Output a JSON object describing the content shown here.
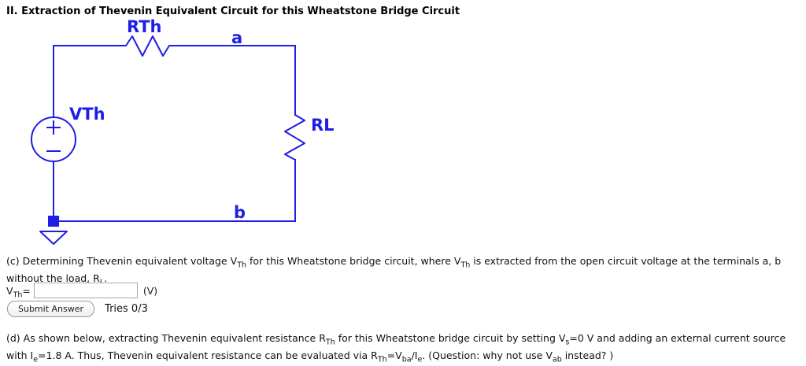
{
  "title": "II. Extraction of Thevenin Equivalent Circuit for this Wheatstone Bridge Circuit",
  "colors": {
    "circuit_blue": "#1e1ee6",
    "body_text": "#111111",
    "title_text": "#000000"
  },
  "circuit": {
    "labels": {
      "rth": "RTh",
      "node_a": "a",
      "vth": "VTh",
      "rl": "RL",
      "node_b": "b"
    }
  },
  "question_c": {
    "line1": [
      {
        "t": "(c) Determining Thevenin equivalent voltage V"
      },
      {
        "s": "Th"
      },
      {
        "t": " for this Wheatstone bridge circuit, where V"
      },
      {
        "s": "Th"
      },
      {
        "t": " is extracted from the open circuit voltage at the terminals a, b"
      }
    ],
    "line2": [
      {
        "t": "without the load, R"
      },
      {
        "s": "L"
      },
      {
        "t": "."
      }
    ]
  },
  "answer": {
    "var": "V",
    "var_sub": "Th",
    "equals": "=",
    "value": "",
    "unit": "(V)"
  },
  "submit": {
    "button_label": "Submit Answer",
    "tries": "Tries 0/3"
  },
  "question_d": {
    "line1": [
      {
        "t": "(d) As shown below, extracting Thevenin equivalent resistance R"
      },
      {
        "s": "Th"
      },
      {
        "t": " for this Wheatstone bridge circuit by setting V"
      },
      {
        "s": "s"
      },
      {
        "t": "=0 V and adding an external current source"
      }
    ],
    "line2": [
      {
        "t": "with I"
      },
      {
        "s": "e"
      },
      {
        "t": "=1.8 A. Thus, Thevenin equivalent resistance can be evaluated via R"
      },
      {
        "s": "Th"
      },
      {
        "t": "=V"
      },
      {
        "s": "ba"
      },
      {
        "t": "/I"
      },
      {
        "s": "e"
      },
      {
        "t": ". (Question: why not use V"
      },
      {
        "s": "ab"
      },
      {
        "t": " instead? )"
      }
    ]
  }
}
